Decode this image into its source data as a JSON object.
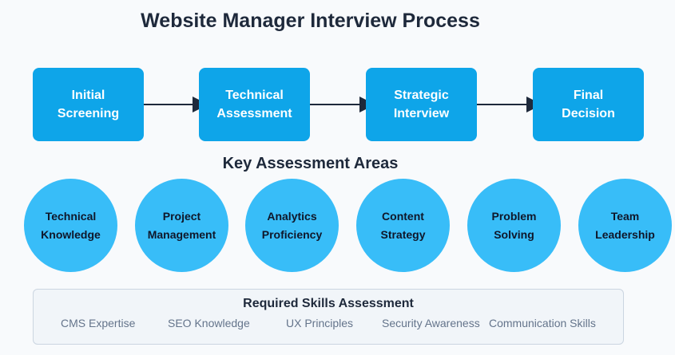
{
  "title": "Website Manager Interview Process",
  "steps": [
    {
      "label": "Initial\nScreening"
    },
    {
      "label": "Technical\nAssessment"
    },
    {
      "label": "Strategic\nInterview"
    },
    {
      "label": "Final\nDecision"
    }
  ],
  "assessment_title": "Key Assessment Areas",
  "areas": [
    {
      "label": "Technical\nKnowledge"
    },
    {
      "label": "Project\nManagement"
    },
    {
      "label": "Analytics\nProficiency"
    },
    {
      "label": "Content\nStrategy"
    },
    {
      "label": "Problem\nSolving"
    },
    {
      "label": "Team\nLeadership"
    }
  ],
  "skills": {
    "title": "Required Skills Assessment",
    "items": [
      "CMS Expertise",
      "SEO Knowledge",
      "UX Principles",
      "Security Awareness",
      "Communication Skills"
    ]
  },
  "colors": {
    "step_fill": "#0ea5e9",
    "area_fill": "#38bdf8",
    "arrow": "#1e293b",
    "title": "#1e293b",
    "skill_text": "#64748b"
  }
}
